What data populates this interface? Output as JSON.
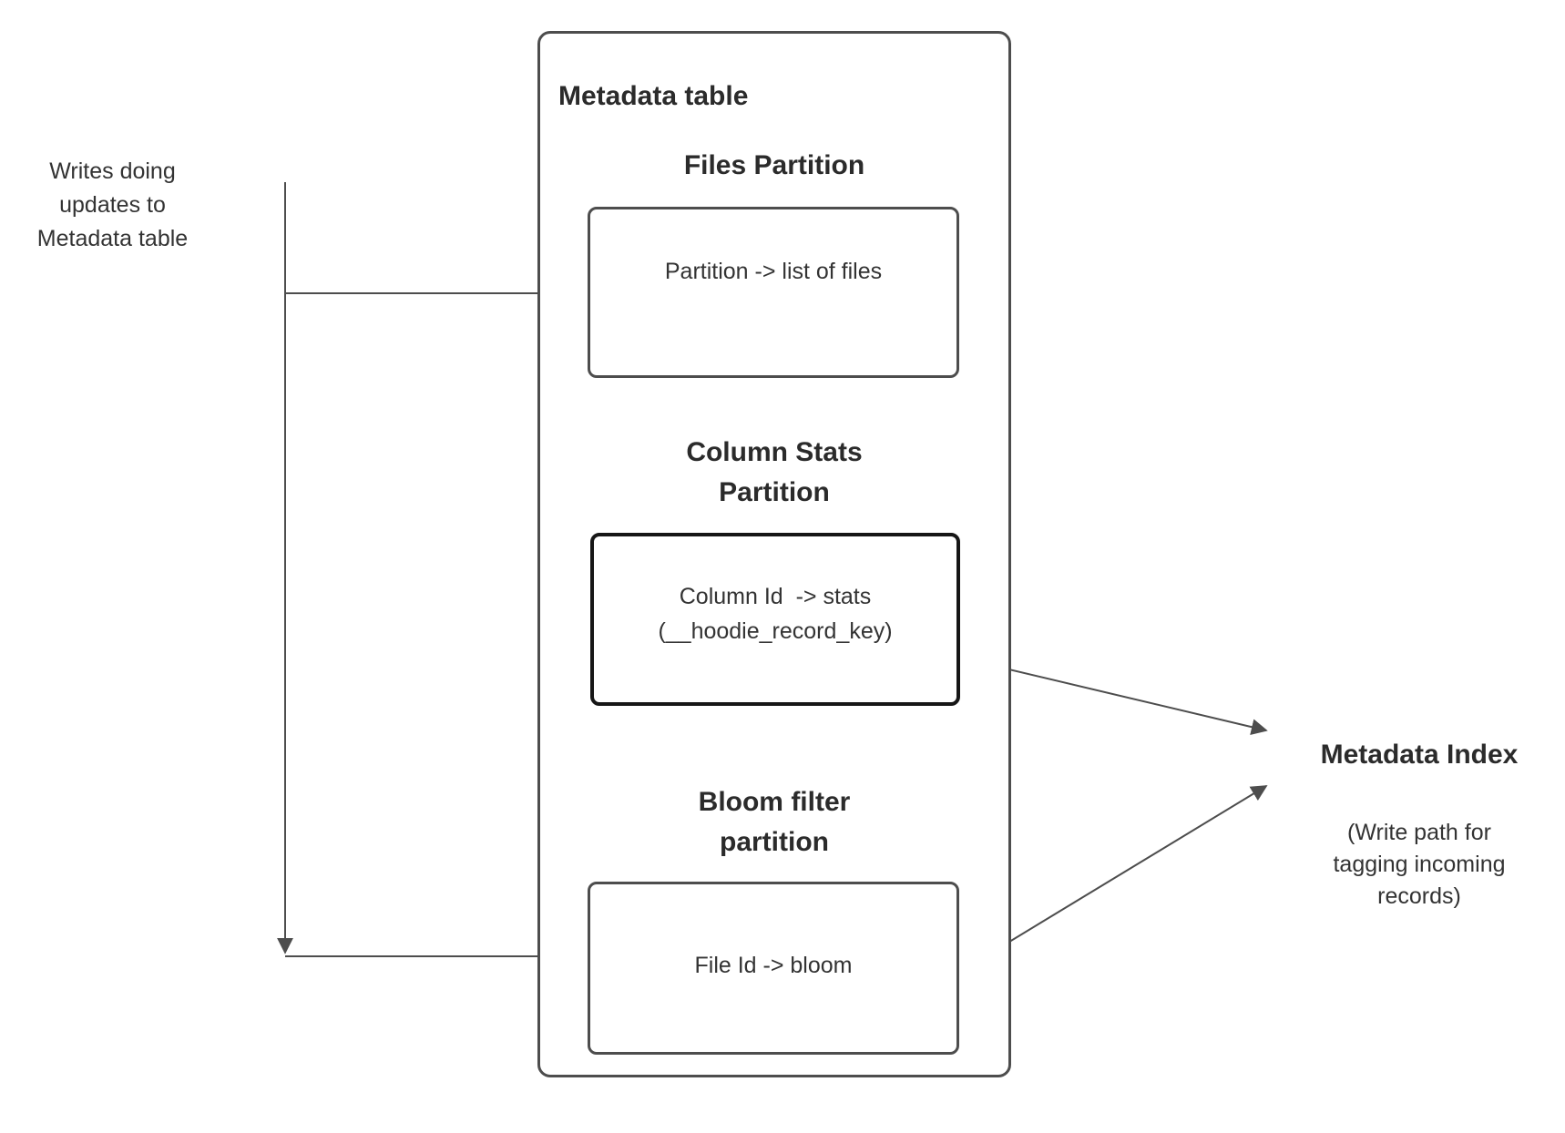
{
  "note": {
    "text": "Writes doing\nupdates to\nMetadata table"
  },
  "metadata_table": {
    "title": "Metadata table",
    "partitions": [
      {
        "heading": "Files Partition",
        "box_text": "Partition -> list of files"
      },
      {
        "heading": "Column Stats\nPartition",
        "box_text": "Column Id  -> stats\n(__hoodie_record_key)"
      },
      {
        "heading": "Bloom filter\npartition",
        "box_text": "File Id -> bloom"
      }
    ]
  },
  "metadata_index": {
    "title": "Metadata Index",
    "subtitle": "(Write path for\ntagging incoming\nrecords)"
  },
  "colors": {
    "stroke": "#4d4d4d",
    "text": "#333333",
    "heading": "#2b2b2b",
    "emphasis_border": "#161616",
    "background": "#ffffff"
  }
}
